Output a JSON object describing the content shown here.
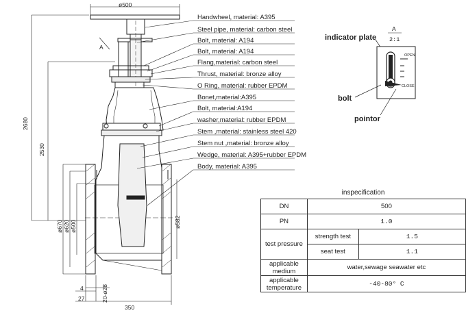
{
  "drawing": {
    "dimensions": {
      "handwheel_dia": "ø500",
      "h_2680": "2680",
      "h_2530": "2530",
      "d_670": "ø670",
      "d_620": "ø620",
      "d_500": "ø500",
      "d_582": "ø582",
      "t_4": "4",
      "t_27": "27",
      "holes": "20-ø28",
      "length": "350"
    },
    "section_marker": "A",
    "parts": [
      "Handwheel, material: A395",
      "Steel pipe, material: carbon steel",
      "Bolt, material: A194",
      "Bolt, material: A194",
      "Flang,material: carbon steel",
      "Thrust, material: bronze alloy",
      "O Ring, material: rubber EPDM",
      "Bonet,material:A395",
      "Bolt, material:A194",
      "washer,material: rubber EPDM",
      "Stem ,material: stainless steel 420",
      "Stem nut ,material: bronze alloy",
      "Wedge, material: A395+rubber EPDM",
      "Body, material: A395"
    ]
  },
  "indicator": {
    "title": "indicator plate",
    "view": "A",
    "scale": "2:1",
    "open_label": "OPEN",
    "close_label": "CLOSE",
    "bolt_label": "bolt",
    "pointer_label": "pointor"
  },
  "spec": {
    "title": "inspecification",
    "rows": {
      "dn_label": "DN",
      "dn_value": "500",
      "pn_label": "PN",
      "pn_value": "1.0",
      "test_label": "test pressure",
      "strength_label": "strength test",
      "strength_value": "1.5",
      "seat_label": "seat  test",
      "seat_value": "1.1",
      "medium_label": "applicable medium",
      "medium_value": "water,sewage seawater etc",
      "temp_label": "applicable temperature",
      "temp_value": "-40-80° C"
    }
  }
}
